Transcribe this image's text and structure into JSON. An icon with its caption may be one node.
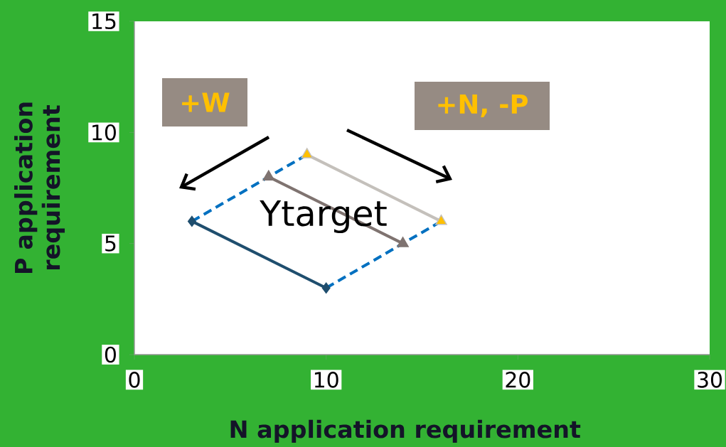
{
  "diagram": {
    "nodes": [
      {
        "text": [
          "+W"
        ]
      },
      {
        "text": [
          "+N, -P"
        ]
      }
    ],
    "edges": [],
    "labels": [
      "Ytarget"
    ],
    "chart_data": {
      "type": "line",
      "xlabel": "N application requirement",
      "ylabel": "P application requirement",
      "xlim": [
        0,
        30
      ],
      "ylim": [
        0,
        15
      ],
      "xticks": [
        0,
        10,
        20,
        30
      ],
      "yticks": [
        0,
        5,
        10,
        15
      ],
      "x": [
        3,
        7,
        9,
        10,
        14,
        16
      ],
      "series": [
        {
          "color": "#1f4e6e",
          "marker": "diamond",
          "values": [
            6,
            null,
            null,
            3,
            null,
            null
          ]
        },
        {
          "color": "#7f7370",
          "marker": "triangle",
          "values": [
            null,
            8,
            null,
            null,
            5,
            null
          ]
        },
        {
          "color": "#c4c0bb",
          "marker": "triangle",
          "values": [
            null,
            null,
            9,
            null,
            null,
            6
          ]
        },
        {
          "color": "#0070c0",
          "line_style": "dashed",
          "values": [
            6,
            null,
            9,
            null,
            null,
            null
          ]
        },
        {
          "color": "#0070c0",
          "line_style": "dashed",
          "values": [
            null,
            null,
            null,
            3,
            null,
            6
          ]
        }
      ]
    }
  }
}
